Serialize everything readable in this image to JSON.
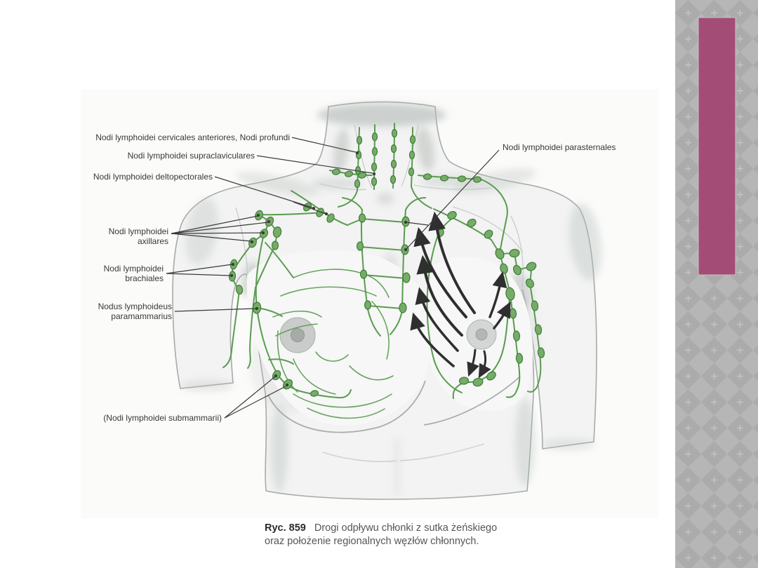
{
  "labels": {
    "cervicales": "Nodi lymphoidei cervicales anteriores, Nodi profundi",
    "supraclaviculares": "Nodi lymphoidei supraclaviculares",
    "deltopectorales": "Nodi lymphoidei deltopectorales",
    "parasternales": "Nodi lymphoidei parasternales",
    "axillares": "Nodi lymphoidei\naxillares",
    "brachiales": "Nodi lymphoidei\nbrachiales",
    "paramammarius": "Nodus lymphoideus\nparamammarius",
    "submammarii": "(Nodi lymphoidei submammarii)"
  },
  "caption": {
    "figure_no": "Ryc. 859",
    "text": "Drogi odpływu chłonki z sutka żeńskiego oraz położenie regionalnych węzłów chłonnych."
  },
  "colors": {
    "accent_bar": "#a34d76",
    "sidebar_base": "#b6b6b6",
    "sidebar_diamond": "#ababab",
    "sidebar_cross": "#c9c9c9",
    "lymph_vessel": "#5a9b50",
    "lymph_node_fill": "#76ac67",
    "lymph_node_stroke": "#3e7c39",
    "flow_arrow": "#2f2f2f",
    "callout": "#3a3a3a",
    "label_text": "#383838",
    "caption_text": "#555555",
    "caption_figure": "#2b2b2b"
  }
}
